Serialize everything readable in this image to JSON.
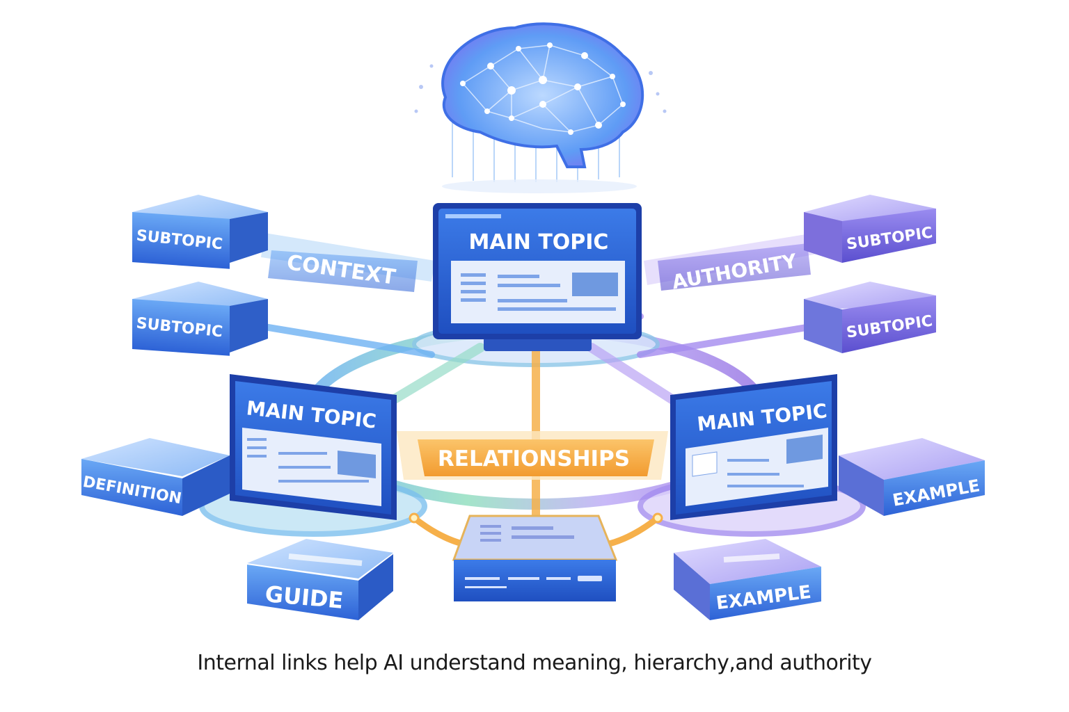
{
  "brain": {
    "icon": "brain-network-icon",
    "color": "#3b82f6"
  },
  "main_topics": [
    {
      "label": "MAIN TOPIC"
    },
    {
      "label": "MAIN TOPIC"
    },
    {
      "label": "MAIN TOPIC"
    }
  ],
  "subtopics": [
    {
      "label": "SUBTOPIC"
    },
    {
      "label": "SUBTOPIC"
    },
    {
      "label": "SUBTOPIC"
    },
    {
      "label": "SUBTOPIC"
    }
  ],
  "leaf_pages": {
    "definition": "DEFINITION",
    "guide": "GUIDE",
    "example_right": "EXAMPLE",
    "example_bottom": "EXAMPLE"
  },
  "links": {
    "context": "CONTEXT",
    "authority": "AUTHORITY",
    "relationships": "RELATIONSHIPS"
  },
  "colors": {
    "blue": "#2f6fe0",
    "purple": "#8a63e0",
    "orange": "#f4a93b",
    "green": "#7fd6a8"
  },
  "caption": "Internal links help AI understand meaning, hierarchy,and authority"
}
